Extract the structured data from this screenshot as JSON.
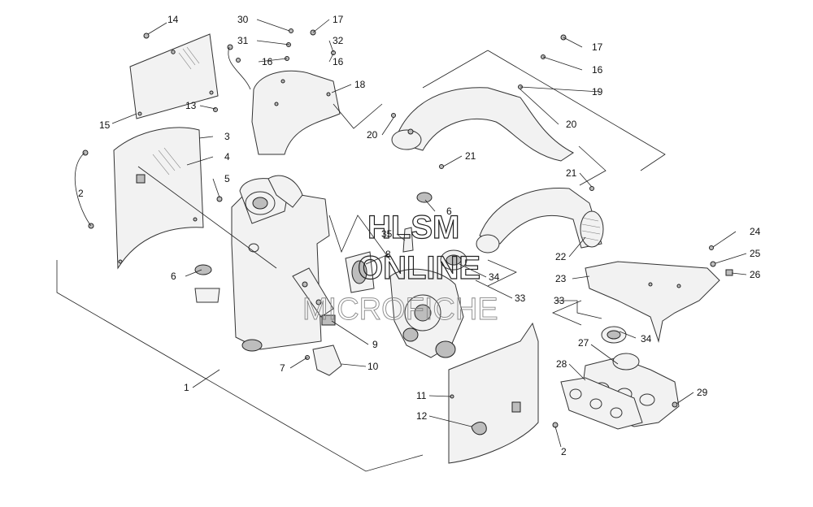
{
  "watermark": {
    "line1": "HLSM",
    "line2": "ONLINE",
    "line3": "MICROFICHE"
  },
  "callouts": [
    {
      "id": "c14",
      "num": "14"
    },
    {
      "id": "c15",
      "num": "15"
    },
    {
      "id": "c30",
      "num": "30"
    },
    {
      "id": "c31",
      "num": "31"
    },
    {
      "id": "c16a",
      "num": "16"
    },
    {
      "id": "c17a",
      "num": "17"
    },
    {
      "id": "c32",
      "num": "32"
    },
    {
      "id": "c16b",
      "num": "16"
    },
    {
      "id": "c18",
      "num": "18"
    },
    {
      "id": "c13",
      "num": "13"
    },
    {
      "id": "c3",
      "num": "3"
    },
    {
      "id": "c4",
      "num": "4"
    },
    {
      "id": "c2a",
      "num": "2"
    },
    {
      "id": "c5",
      "num": "5"
    },
    {
      "id": "c6a",
      "num": "6"
    },
    {
      "id": "c1",
      "num": "1"
    },
    {
      "id": "c17b",
      "num": "17"
    },
    {
      "id": "c16c",
      "num": "16"
    },
    {
      "id": "c19",
      "num": "19"
    },
    {
      "id": "c20a",
      "num": "20"
    },
    {
      "id": "c20b",
      "num": "20"
    },
    {
      "id": "c21a",
      "num": "21"
    },
    {
      "id": "c21b",
      "num": "21"
    },
    {
      "id": "c6b",
      "num": "6"
    },
    {
      "id": "c35",
      "num": "35"
    },
    {
      "id": "c8",
      "num": "8"
    },
    {
      "id": "c22",
      "num": "22"
    },
    {
      "id": "c34a",
      "num": "34"
    },
    {
      "id": "c33a",
      "num": "33"
    },
    {
      "id": "c23",
      "num": "23"
    },
    {
      "id": "c24",
      "num": "24"
    },
    {
      "id": "c25",
      "num": "25"
    },
    {
      "id": "c26",
      "num": "26"
    },
    {
      "id": "c33b",
      "num": "33"
    },
    {
      "id": "c34b",
      "num": "34"
    },
    {
      "id": "c9",
      "num": "9"
    },
    {
      "id": "c7",
      "num": "7"
    },
    {
      "id": "c10",
      "num": "10"
    },
    {
      "id": "c27",
      "num": "27"
    },
    {
      "id": "c28",
      "num": "28"
    },
    {
      "id": "c29",
      "num": "29"
    },
    {
      "id": "c11",
      "num": "11"
    },
    {
      "id": "c12",
      "num": "12"
    },
    {
      "id": "c2b",
      "num": "2"
    }
  ]
}
